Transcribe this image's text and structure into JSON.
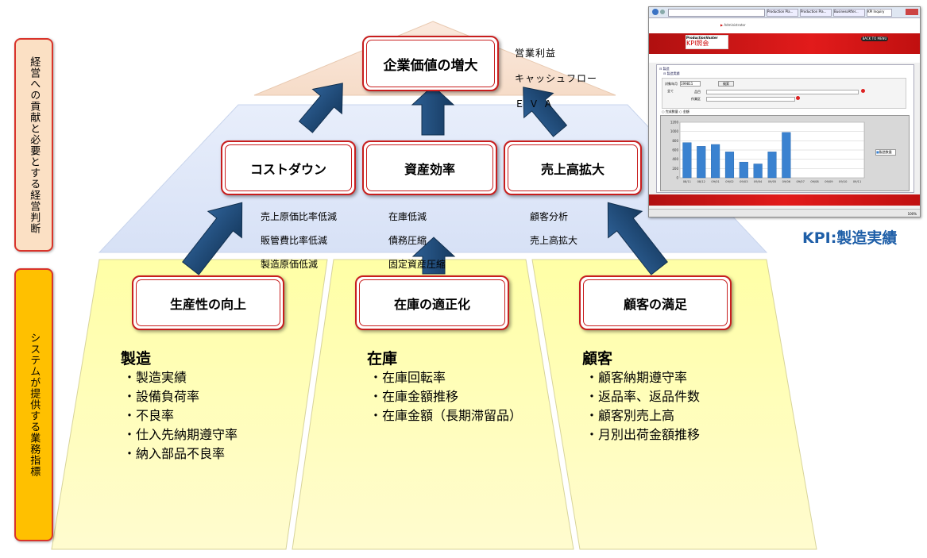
{
  "side_labels": {
    "top": "経営への貢献と必要とする経営判断",
    "bottom": "システムが提供する業務指標"
  },
  "top_box": "企業価値の増大",
  "top_notes": [
    "営業利益",
    "キャッシュフロー",
    "ＥＶＡ"
  ],
  "mid_boxes": [
    {
      "label": "コストダウン",
      "notes": [
        "売上原価比率低減",
        "販管費比率低減",
        "製造原価低減"
      ]
    },
    {
      "label": "資産効率",
      "notes": [
        "在庫低減",
        "債務圧縮",
        "固定資産圧縮"
      ]
    },
    {
      "label": "売上高拡大",
      "notes": [
        "顧客分析",
        "売上高拡大"
      ]
    }
  ],
  "bottom_boxes": [
    {
      "label": "生産性の向上",
      "heading": "製造",
      "items": [
        "・製造実績",
        "・設備負荷率",
        "・不良率",
        "・仕入先納期遵守率",
        "・納入部品不良率"
      ]
    },
    {
      "label": "在庫の適正化",
      "heading": "在庫",
      "items": [
        "・在庫回転率",
        "・在庫金額推移",
        "・在庫金額（長期滞留品）"
      ]
    },
    {
      "label": "顧客の満足",
      "heading": "顧客",
      "items": [
        "・顧客納期遵守率",
        "・返品率、返品件数",
        "・顧客別売上高",
        "・月別出荷金額推移"
      ]
    }
  ],
  "kpi_caption": "KPI:製造実績",
  "colors": {
    "accent_red": "#c81e1e",
    "arrow": "#1f4e79",
    "yellow": "#ffff99",
    "caption_blue": "#1f5fa8"
  },
  "screenshot": {
    "tabs": [
      "Production Pla...",
      "Production Pla...",
      "BusinessAfter...",
      "KPI Inquiry"
    ],
    "brand": "ProductionVoater",
    "title": "KPI照会",
    "menu_button": "BACK TO MENU",
    "user": "Administrator",
    "section_label": "製造",
    "subsection_label": "製造実績",
    "fields": [
      "対象年月",
      "全て",
      "品目",
      "作業区"
    ],
    "selected_value": "199811",
    "search_label": "検索",
    "option_labels": [
      "完成数量",
      "金額"
    ],
    "legend": "製造数量",
    "zoom": "100%",
    "chart_data": {
      "type": "bar",
      "categories": [
        "08/11",
        "08/12",
        "09/01",
        "09/02",
        "09/03",
        "09/04",
        "09/05",
        "09/06",
        "09/07",
        "09/08",
        "09/09",
        "09/10",
        "09/11"
      ],
      "values": [
        760,
        680,
        720,
        560,
        340,
        300,
        560,
        980,
        0,
        0,
        0,
        0,
        0
      ],
      "ylim": [
        0,
        1200
      ],
      "yticks": [
        "0",
        "200",
        "400",
        "600",
        "800",
        "1000",
        "1200"
      ],
      "grid": true,
      "legend_position": "right"
    }
  }
}
